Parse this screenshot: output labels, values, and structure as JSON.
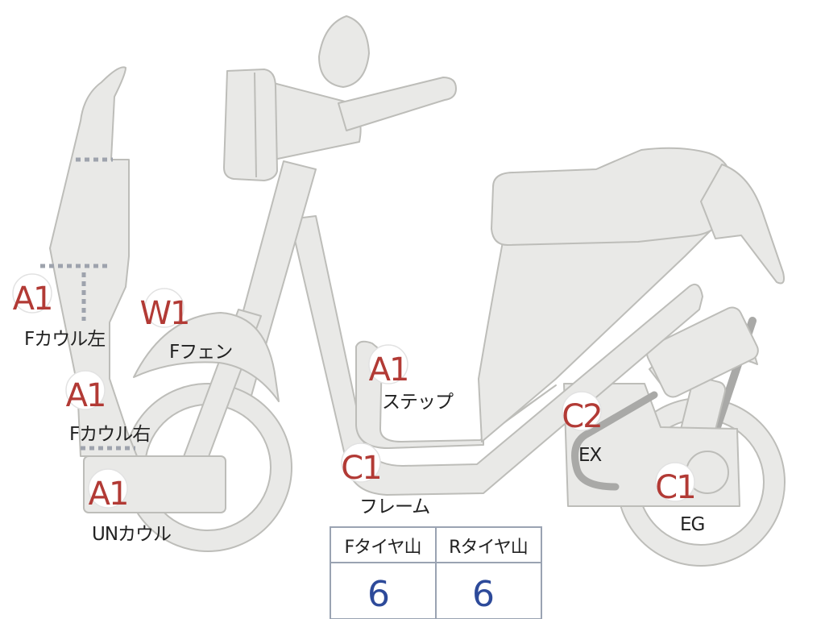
{
  "colors": {
    "body_fill": "#e9e9e7",
    "outline": "#bdbdb9",
    "badge_text": "#b23a35",
    "table_value": "#2d4a9a"
  },
  "markers": [
    {
      "id": "f-cowl-left",
      "code": "A1",
      "label": "Fカウル左"
    },
    {
      "id": "f-cowl-right",
      "code": "A1",
      "label": "Fカウル右"
    },
    {
      "id": "un-cowl",
      "code": "A1",
      "label": "UNカウル"
    },
    {
      "id": "f-fender",
      "code": "W1",
      "label": "Fフェン"
    },
    {
      "id": "step",
      "code": "A1",
      "label": "ステップ"
    },
    {
      "id": "frame",
      "code": "C1",
      "label": "フレーム"
    },
    {
      "id": "exhaust",
      "code": "C2",
      "label": "EX"
    },
    {
      "id": "engine",
      "code": "C1",
      "label": "EG"
    }
  ],
  "tire_table": {
    "headers": [
      "Fタイヤ山",
      "Rタイヤ山"
    ],
    "values": [
      "6",
      "6"
    ]
  }
}
